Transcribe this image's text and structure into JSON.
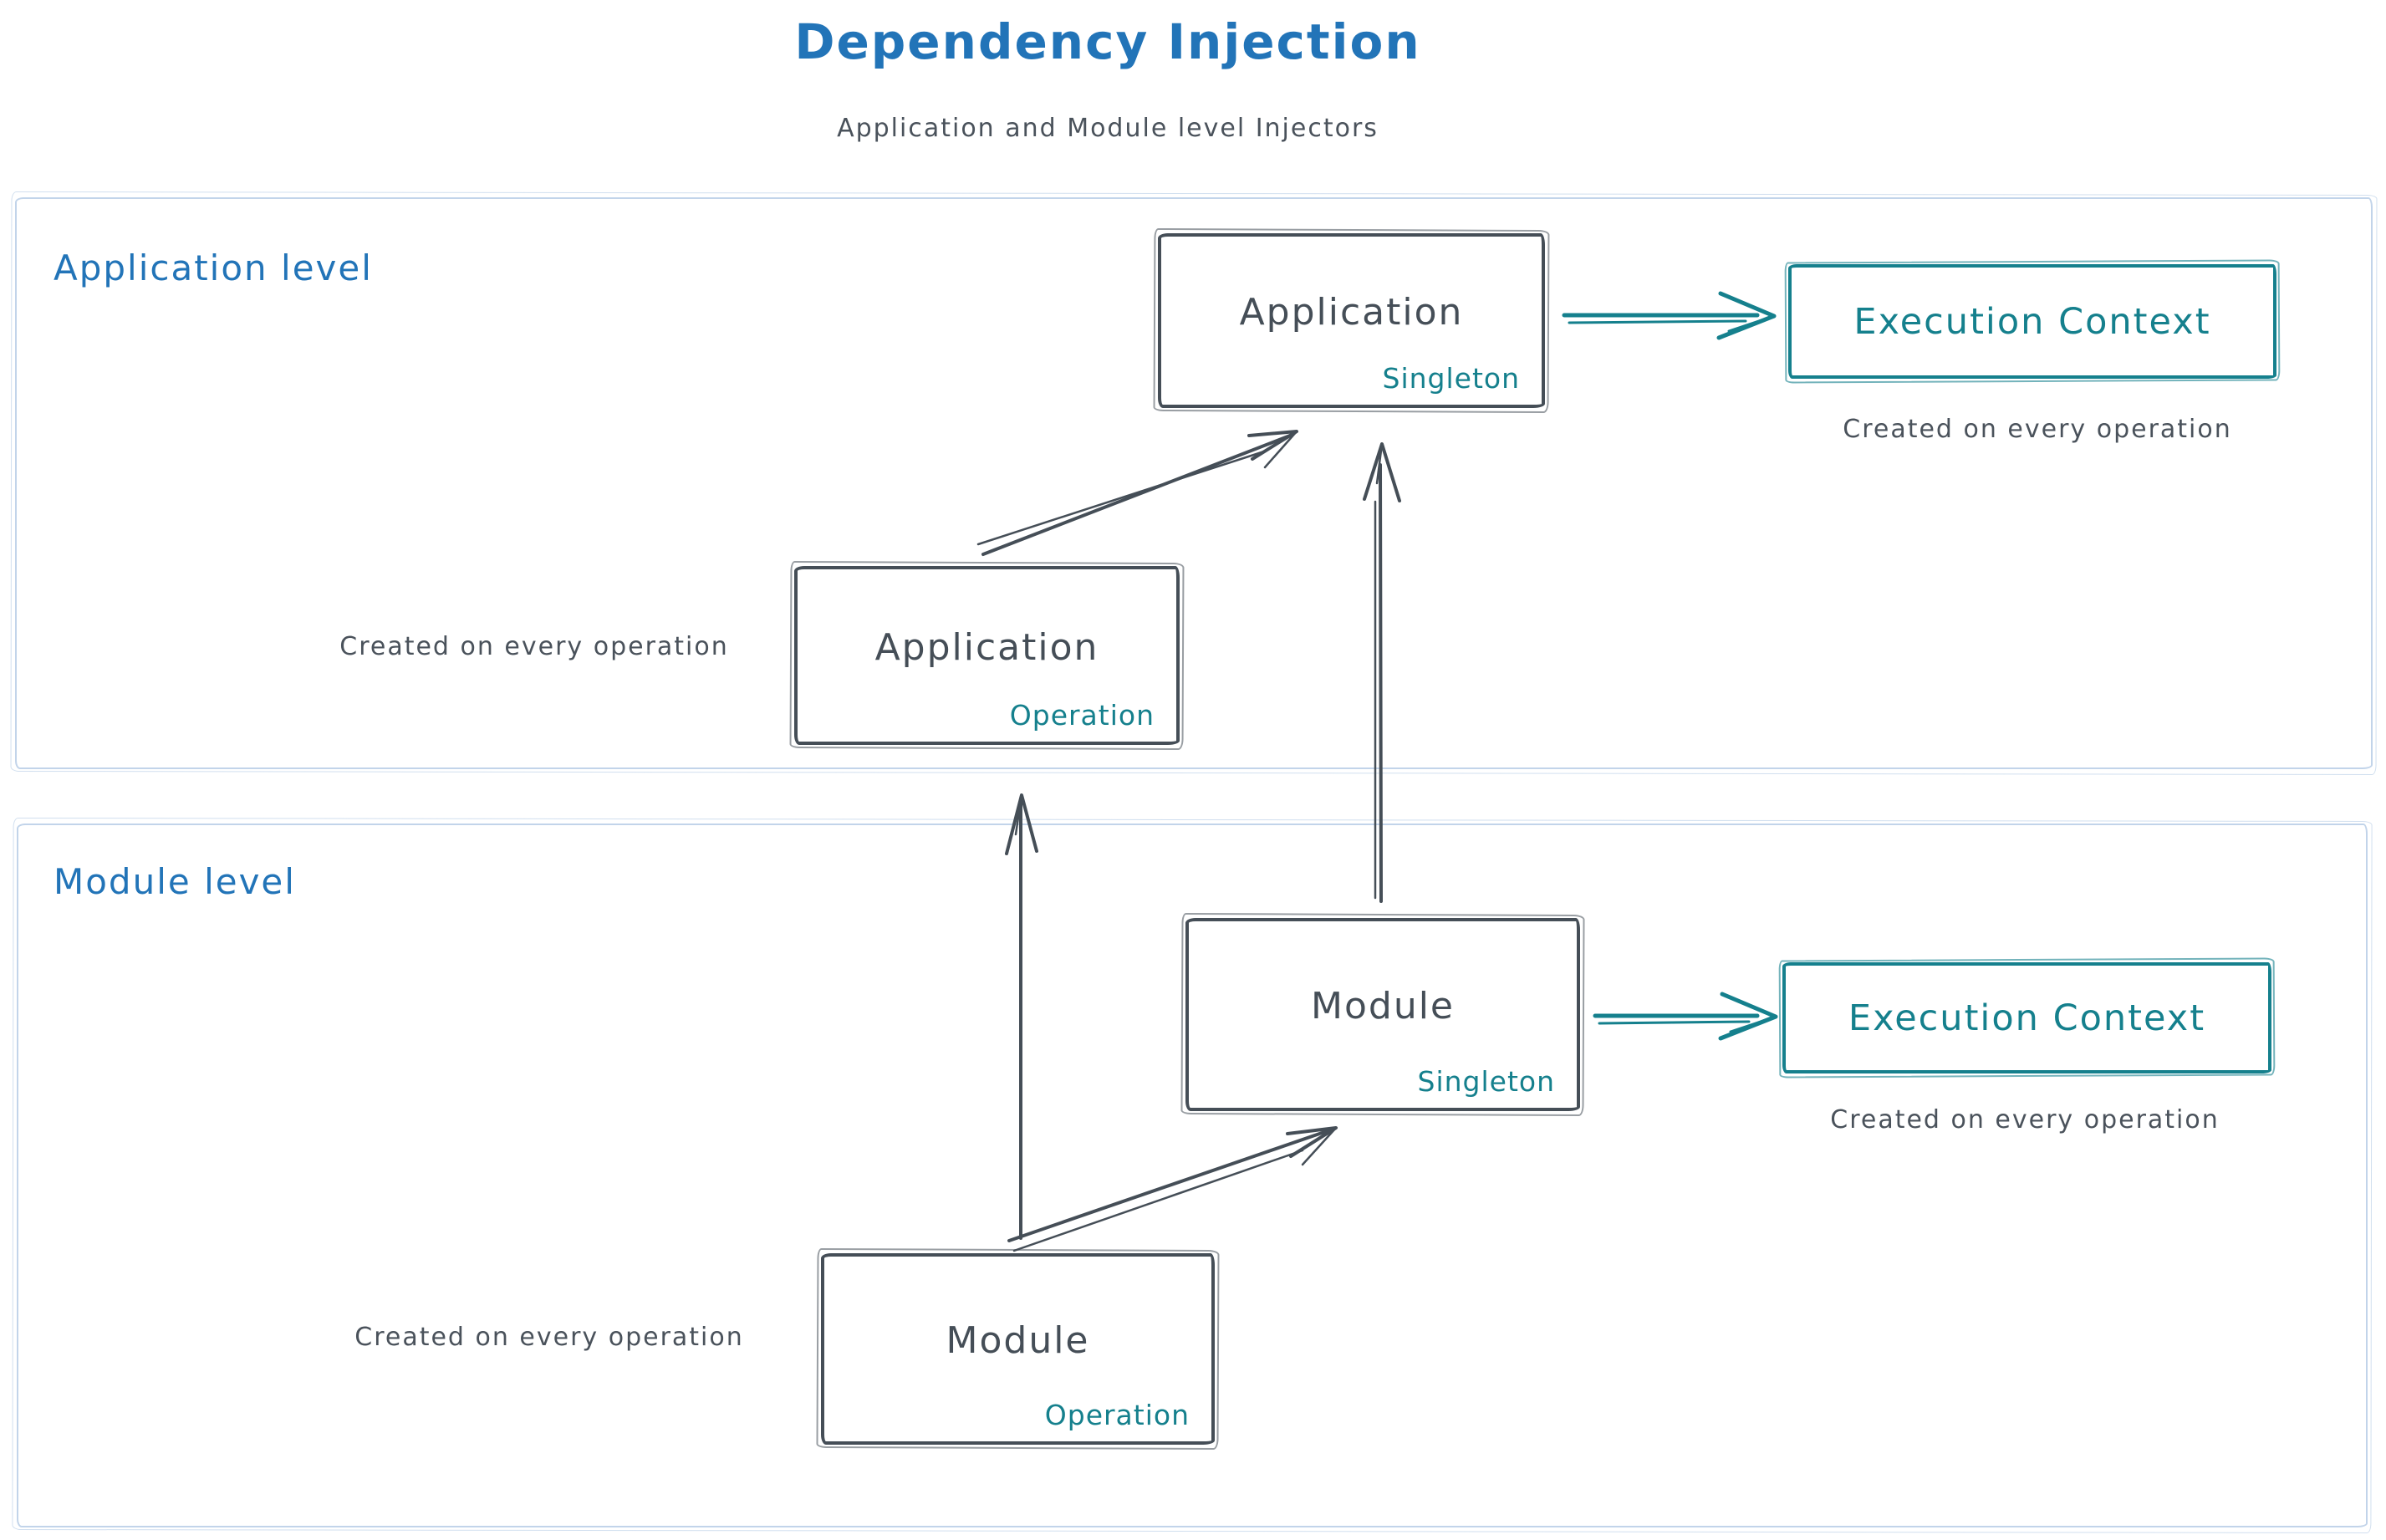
{
  "title": "Dependency Injection",
  "subtitle": "Application and Module level Injectors",
  "colors": {
    "title_blue": "#2274b8",
    "stroke_dark": "#454e57",
    "accent_teal": "#15808d",
    "frame_light_blue": "#c2d4ea"
  },
  "levels": {
    "application": {
      "label": "Application level",
      "singleton": {
        "name": "Application",
        "scope": "Singleton"
      },
      "operation": {
        "name": "Application",
        "scope": "Operation"
      },
      "operation_caption": "Created on every operation",
      "execution": {
        "label": "Execution Context",
        "caption": "Created on every operation"
      }
    },
    "module": {
      "label": "Module level",
      "singleton": {
        "name": "Module",
        "scope": "Singleton"
      },
      "operation": {
        "name": "Module",
        "scope": "Operation"
      },
      "operation_caption": "Created on every operation",
      "execution": {
        "label": "Execution Context",
        "caption": "Created on every operation"
      }
    }
  },
  "arrows": [
    {
      "from": "application-operation",
      "to": "application-singleton",
      "style": "dark-diagonal"
    },
    {
      "from": "application-singleton",
      "to": "application-execution-context",
      "style": "teal-horizontal"
    },
    {
      "from": "module-singleton",
      "to": "application-singleton",
      "style": "dark-vertical"
    },
    {
      "from": "module-operation",
      "to": "application-operation",
      "style": "dark-vertical"
    },
    {
      "from": "module-operation",
      "to": "module-singleton",
      "style": "dark-diagonal"
    },
    {
      "from": "module-singleton",
      "to": "module-execution-context",
      "style": "teal-horizontal"
    }
  ]
}
